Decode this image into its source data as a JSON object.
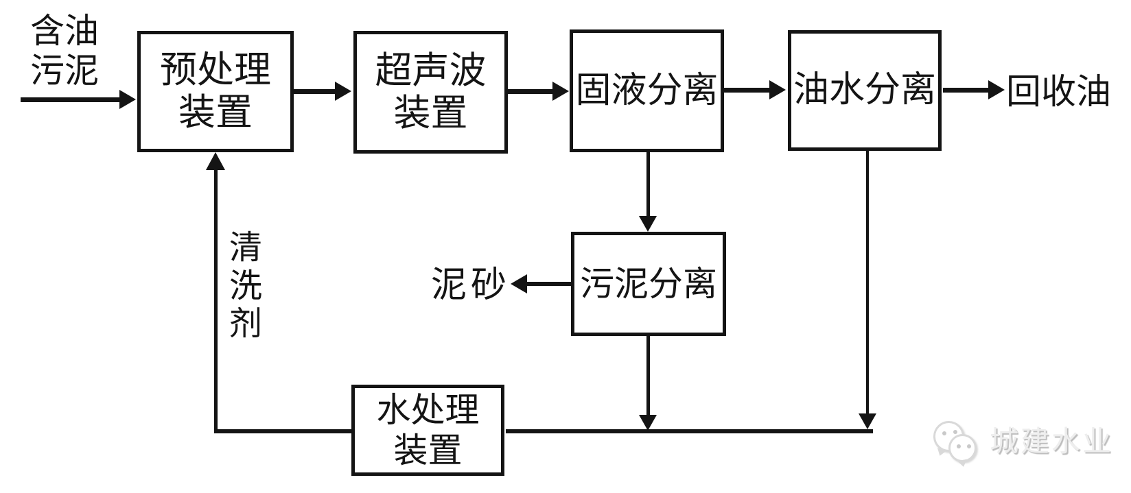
{
  "diagram": {
    "nodes": {
      "pretreatment": {
        "label": "预处理\n装置"
      },
      "ultrasonic": {
        "label": "超声波\n装置"
      },
      "solid_liquid_separation": {
        "label": "固液分离"
      },
      "oil_water_separation": {
        "label": "油水分离"
      },
      "sludge_separation": {
        "label": "污泥分离"
      },
      "water_treatment": {
        "label": "水处理\n装置"
      }
    },
    "labels": {
      "input": "含油\n污泥",
      "recovered_oil": "回收油",
      "sediment": "泥砂",
      "cleaning_agent": "清洗剂"
    },
    "edges": [
      {
        "from": "含油污泥",
        "to": "预处理装置"
      },
      {
        "from": "预处理装置",
        "to": "超声波装置"
      },
      {
        "from": "超声波装置",
        "to": "固液分离"
      },
      {
        "from": "固液分离",
        "to": "油水分离"
      },
      {
        "from": "油水分离",
        "to": "回收油"
      },
      {
        "from": "固液分离",
        "to": "污泥分离"
      },
      {
        "from": "污泥分离",
        "to": "泥砂"
      },
      {
        "from": "污泥分离",
        "to": "水处理装置"
      },
      {
        "from": "油水分离",
        "to": "水处理装置"
      },
      {
        "from": "水处理装置",
        "to": "预处理装置",
        "label": "清洗剂"
      }
    ],
    "watermark": {
      "text": "城建水业"
    },
    "colors": {
      "line": "#141414",
      "background": "#ffffff",
      "watermark": "#d9d9d9"
    }
  }
}
